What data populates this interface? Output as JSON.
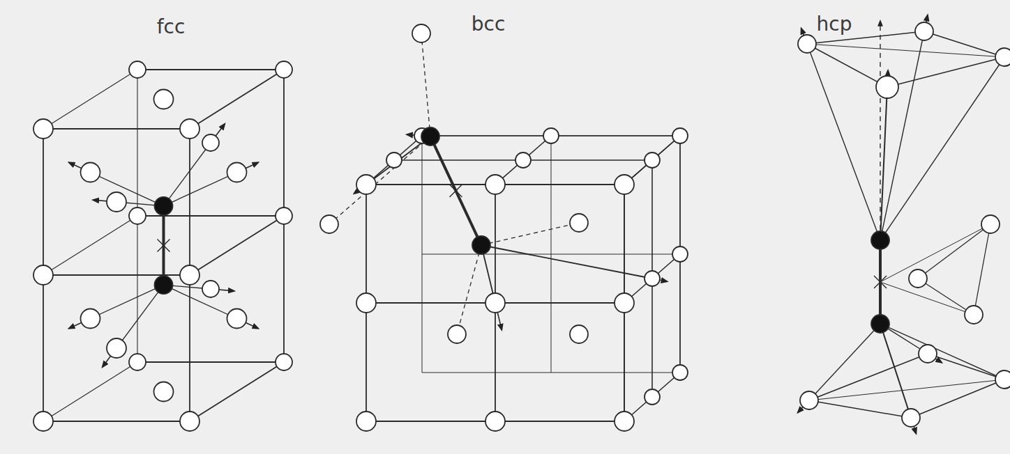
{
  "diagram": {
    "labels": [
      "fcc",
      "bcc",
      "hcp"
    ]
  }
}
